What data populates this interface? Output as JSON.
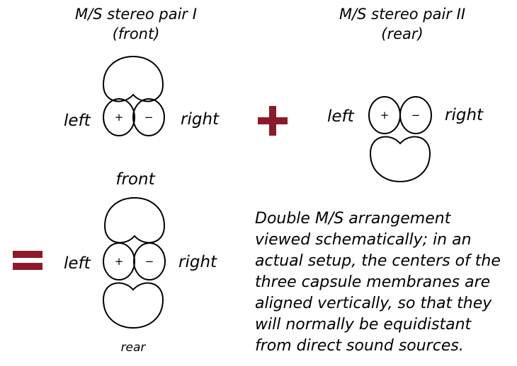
{
  "pair_one": {
    "title_line1": "M/S stereo pair I",
    "title_line2": "(front)",
    "left_label": "left",
    "right_label": "right",
    "plus_sign": "+",
    "minus_sign": "−"
  },
  "pair_two": {
    "title_line1": "M/S stereo pair II",
    "title_line2": "(rear)",
    "left_label": "left",
    "right_label": "right",
    "plus_sign": "+",
    "minus_sign": "−"
  },
  "result": {
    "front_label": "front",
    "rear_label": "rear",
    "left_label": "left",
    "right_label": "right",
    "plus_sign": "+",
    "minus_sign": "−"
  },
  "note_lines": [
    "Double M/S arrangement",
    "viewed schematically; in an",
    "actual setup, the centers of the",
    "three capsule membranes are",
    "aligned vertically, so that they",
    "will normally be equidistant",
    "from direct sound sources."
  ],
  "colors": {
    "operator": "#8b1a2b",
    "stroke": "#000000"
  }
}
